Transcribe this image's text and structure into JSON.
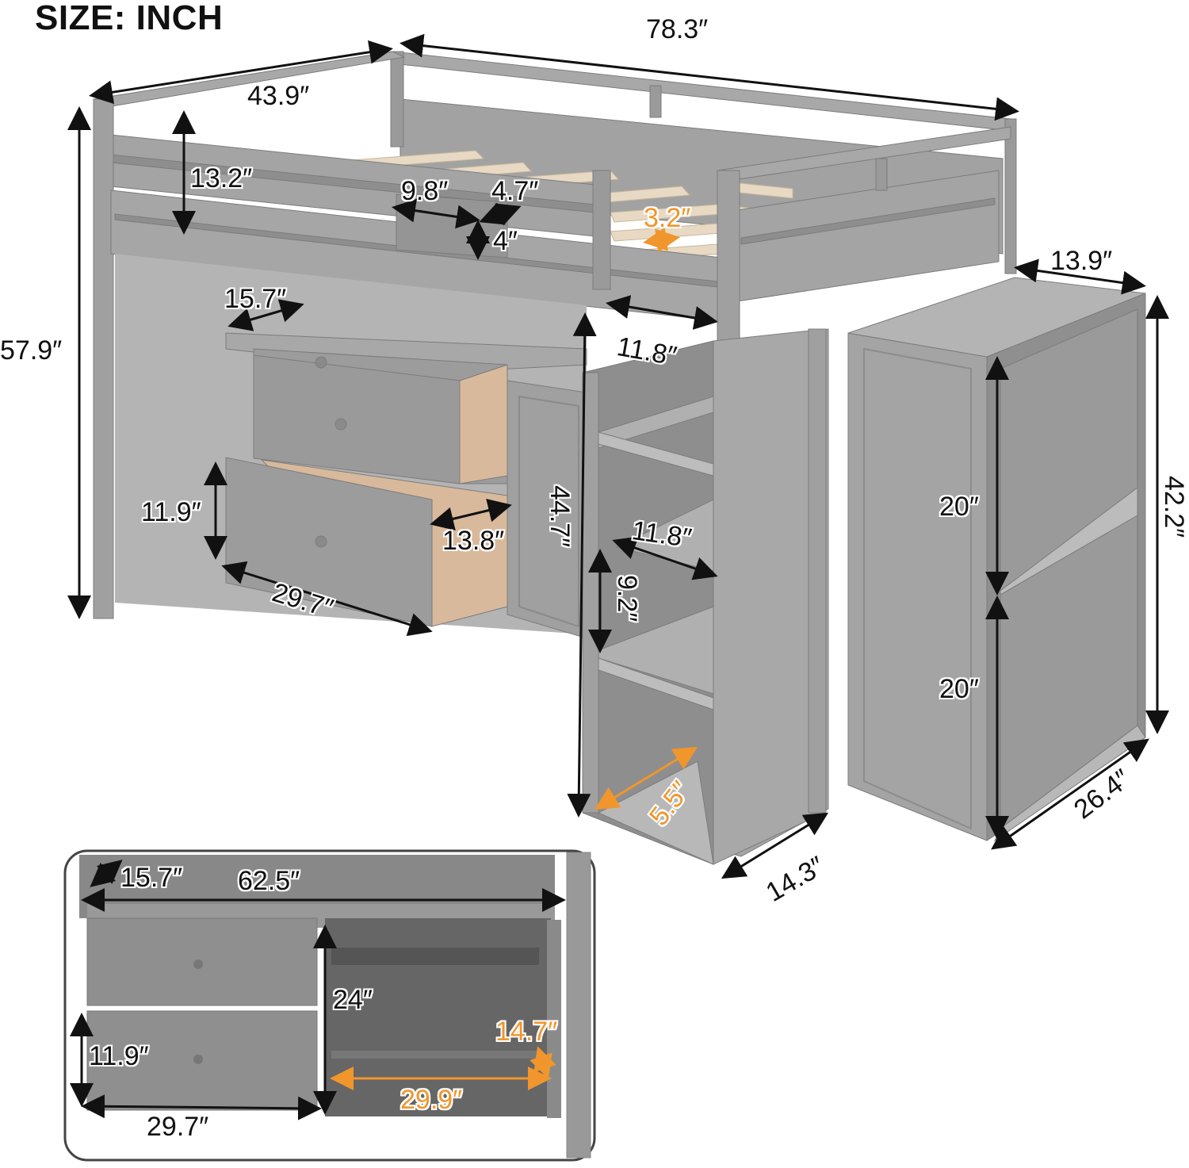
{
  "header": {
    "title": "SIZE: INCH"
  },
  "colors": {
    "frame_gray": "#9a9a9a",
    "frame_dark": "#7c7c7c",
    "frame_light": "#b4b4b4",
    "slat_wood": "#e8d9c4",
    "drawer_wood": "#d9b99b",
    "dimension_black": "#111111",
    "dimension_orange": "#f0962c",
    "inset_border": "#444444"
  },
  "main_view": {
    "dimensions": {
      "total_length": "78.3″",
      "total_width": "43.9″",
      "total_height": "57.9″",
      "guardrail_height": "13.2″",
      "tray_length": "9.8″",
      "tray_width": "4.7″",
      "tray_height": "4″",
      "slat_gap": "3.2″",
      "cabinet_top_depth": "13.9″",
      "cabinet_height": "42.2″",
      "cabinet_shelf_upper": "20″",
      "cabinet_shelf_lower": "20″",
      "cabinet_length": "26.4″",
      "desk_depth": "15.7″",
      "drawer_height": "11.9″",
      "drawer_depth": "13.8″",
      "drawer_length": "29.7″",
      "clearance_height": "44.7″",
      "step_top_width": "11.8″",
      "step_shelf_width": "11.8″",
      "step_height": "9.2″",
      "step_bottom_depth": "5.5″",
      "staircase_depth": "14.3″"
    }
  },
  "inset_view": {
    "dimensions": {
      "desk_depth": "15.7″",
      "desk_length": "62.5″",
      "cabinet_height": "24″",
      "drawer_height": "11.9″",
      "drawer_length": "29.7″",
      "cabinet_inner_width": "29.9″",
      "cabinet_inner_depth": "14.7″"
    }
  }
}
